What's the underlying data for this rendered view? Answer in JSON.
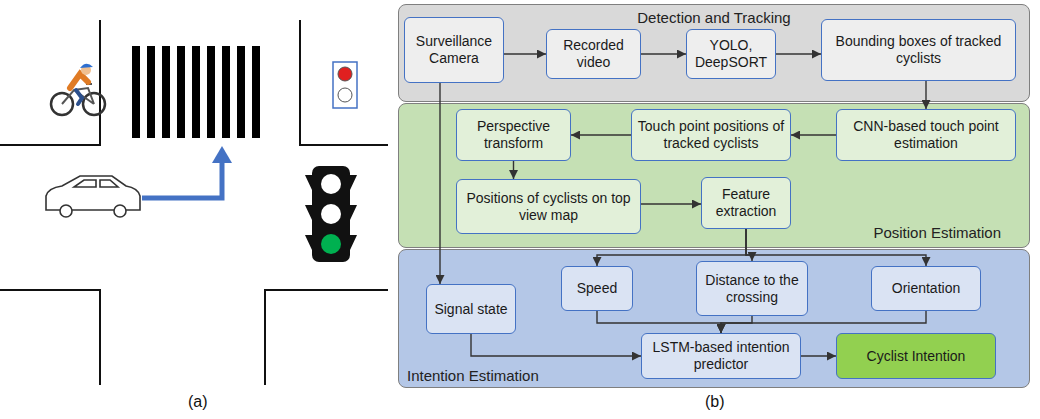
{
  "diagram": {
    "nodes": [
      {
        "text": [
          "Detection and Tracking"
        ]
      },
      {
        "text": [
          "Surveillance Camera"
        ],
        "in": 0
      },
      {
        "text": [
          "Recorded video"
        ],
        "in": 0
      },
      {
        "text": [
          "YOLO, DeepSORT"
        ],
        "in": 0
      },
      {
        "text": [
          "Bounding boxes of tracked cyclists"
        ],
        "in": 0
      },
      {
        "text": [
          "Position Estimation"
        ]
      },
      {
        "text": [
          "CNN-based touch point estimation"
        ],
        "in": 5
      },
      {
        "text": [
          "Touch point positions of tracked cyclists"
        ],
        "in": 5
      },
      {
        "text": [
          "Perspective transform"
        ],
        "in": 5
      },
      {
        "text": [
          "Positions of cyclists on top view map"
        ],
        "in": 5
      },
      {
        "text": [
          "Feature extraction"
        ],
        "in": 5
      },
      {
        "text": [
          "Intention Estimation"
        ]
      },
      {
        "text": [
          "Signal state"
        ],
        "in": 11
      },
      {
        "text": [
          "Speed"
        ],
        "in": 11
      },
      {
        "text": [
          "Distance to the crossing"
        ],
        "in": 11
      },
      {
        "text": [
          "Orientation"
        ],
        "in": 11
      },
      {
        "text": [
          "LSTM-based intention predictor"
        ],
        "in": 11
      },
      {
        "text": [
          "Cyclist Intention"
        ],
        "in": 11
      }
    ],
    "edges": [
      {
        "from": 1,
        "to": 2,
        "arrow": "to"
      },
      {
        "from": 2,
        "to": 3,
        "arrow": "to"
      },
      {
        "from": 3,
        "to": 4,
        "arrow": "to"
      },
      {
        "from": 4,
        "to": 6,
        "arrow": "to"
      },
      {
        "from": 6,
        "to": 7,
        "arrow": "to"
      },
      {
        "from": 7,
        "to": 8,
        "arrow": "to"
      },
      {
        "from": 8,
        "to": 9,
        "arrow": "to"
      },
      {
        "from": 9,
        "to": 10,
        "arrow": "to"
      },
      {
        "from": 10,
        "to": 13,
        "arrow": "to"
      },
      {
        "from": 10,
        "to": 14,
        "arrow": "to"
      },
      {
        "from": 10,
        "to": 15,
        "arrow": "to"
      },
      {
        "from": 1,
        "to": 12,
        "arrow": "to"
      },
      {
        "from": 12,
        "to": 16,
        "arrow": "to"
      },
      {
        "from": 13,
        "to": 16,
        "arrow": "to"
      },
      {
        "from": 14,
        "to": 16,
        "arrow": "to"
      },
      {
        "from": 15,
        "to": 16,
        "arrow": "to"
      },
      {
        "from": 16,
        "to": 17,
        "arrow": "to"
      }
    ],
    "labels": [
      "(a)",
      "(b)"
    ]
  }
}
